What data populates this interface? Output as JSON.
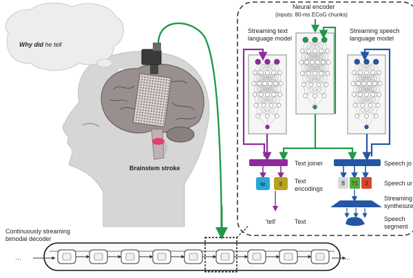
{
  "thought": {
    "bold": "Why did",
    "rest": " he tell"
  },
  "encoder": {
    "title": "Neural encoder",
    "subtitle": "(inputs: 80-ms ECoG chunks)"
  },
  "text_model": {
    "line1": "Streaming text",
    "line2": "language model"
  },
  "speech_model": {
    "line1": "Streaming speech",
    "line2": "language model"
  },
  "brainstem": "Brainstem stroke",
  "text_joiner": "Text joiner",
  "text_tokens": [
    "te",
    "ll"
  ],
  "text_encodings": {
    "line1": "Text",
    "line2": "encodings"
  },
  "speech_joiner": "Speech jo",
  "speech_units": {
    "tokens": [
      "8",
      "71",
      "3"
    ],
    "label": "Speech ur"
  },
  "synth": {
    "line1": "Streaming",
    "line2": "synthesize"
  },
  "tell_output": "'tell'",
  "text_label": "Text",
  "segment": {
    "line1": "Speech",
    "line2": "segment"
  },
  "decoder": {
    "line1": "Continuously streaming",
    "line2": "bimodal decoder"
  },
  "ellipsis": "···",
  "colors": {
    "text_purple": "#8e2a9c",
    "speech_blue": "#2456a6",
    "encoder_green": "#1f9a4a",
    "te_cyan": "#29a8d8",
    "ll_olive": "#b8a222",
    "u71_green": "#5bab3a",
    "u3_red": "#d9462b",
    "stroke_pink": "#e04070"
  }
}
